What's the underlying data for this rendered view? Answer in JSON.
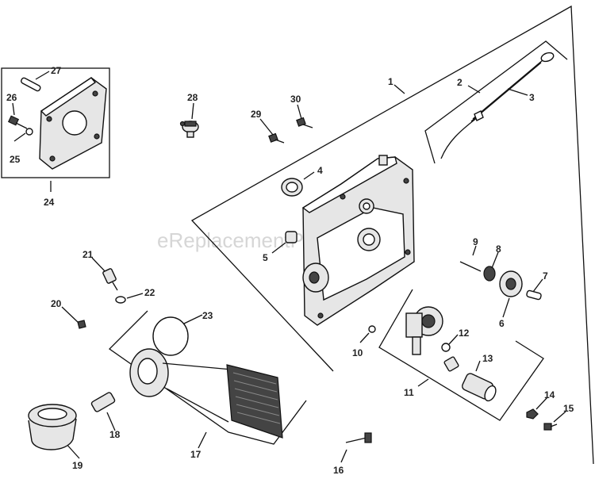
{
  "watermark": "eReplacementParts.com",
  "callouts": [
    {
      "id": "c1",
      "text": "1"
    },
    {
      "id": "c2",
      "text": "2"
    },
    {
      "id": "c3",
      "text": "3"
    },
    {
      "id": "c4",
      "text": "4"
    },
    {
      "id": "c5",
      "text": "5"
    },
    {
      "id": "c6",
      "text": "6"
    },
    {
      "id": "c7",
      "text": "7"
    },
    {
      "id": "c8",
      "text": "8"
    },
    {
      "id": "c9",
      "text": "9"
    },
    {
      "id": "c10",
      "text": "10"
    },
    {
      "id": "c11",
      "text": "11"
    },
    {
      "id": "c12",
      "text": "12"
    },
    {
      "id": "c13",
      "text": "13"
    },
    {
      "id": "c14",
      "text": "14"
    },
    {
      "id": "c15",
      "text": "15"
    },
    {
      "id": "c16",
      "text": "16"
    },
    {
      "id": "c17",
      "text": "17"
    },
    {
      "id": "c18",
      "text": "18"
    },
    {
      "id": "c19",
      "text": "19"
    },
    {
      "id": "c20",
      "text": "20"
    },
    {
      "id": "c21",
      "text": "21"
    },
    {
      "id": "c22",
      "text": "22"
    },
    {
      "id": "c23",
      "text": "23"
    },
    {
      "id": "c24",
      "text": "24"
    },
    {
      "id": "c25",
      "text": "25"
    },
    {
      "id": "c26",
      "text": "26"
    },
    {
      "id": "c27",
      "text": "27"
    },
    {
      "id": "c28",
      "text": "28"
    },
    {
      "id": "c29",
      "text": "29"
    },
    {
      "id": "c30",
      "text": "30"
    }
  ]
}
